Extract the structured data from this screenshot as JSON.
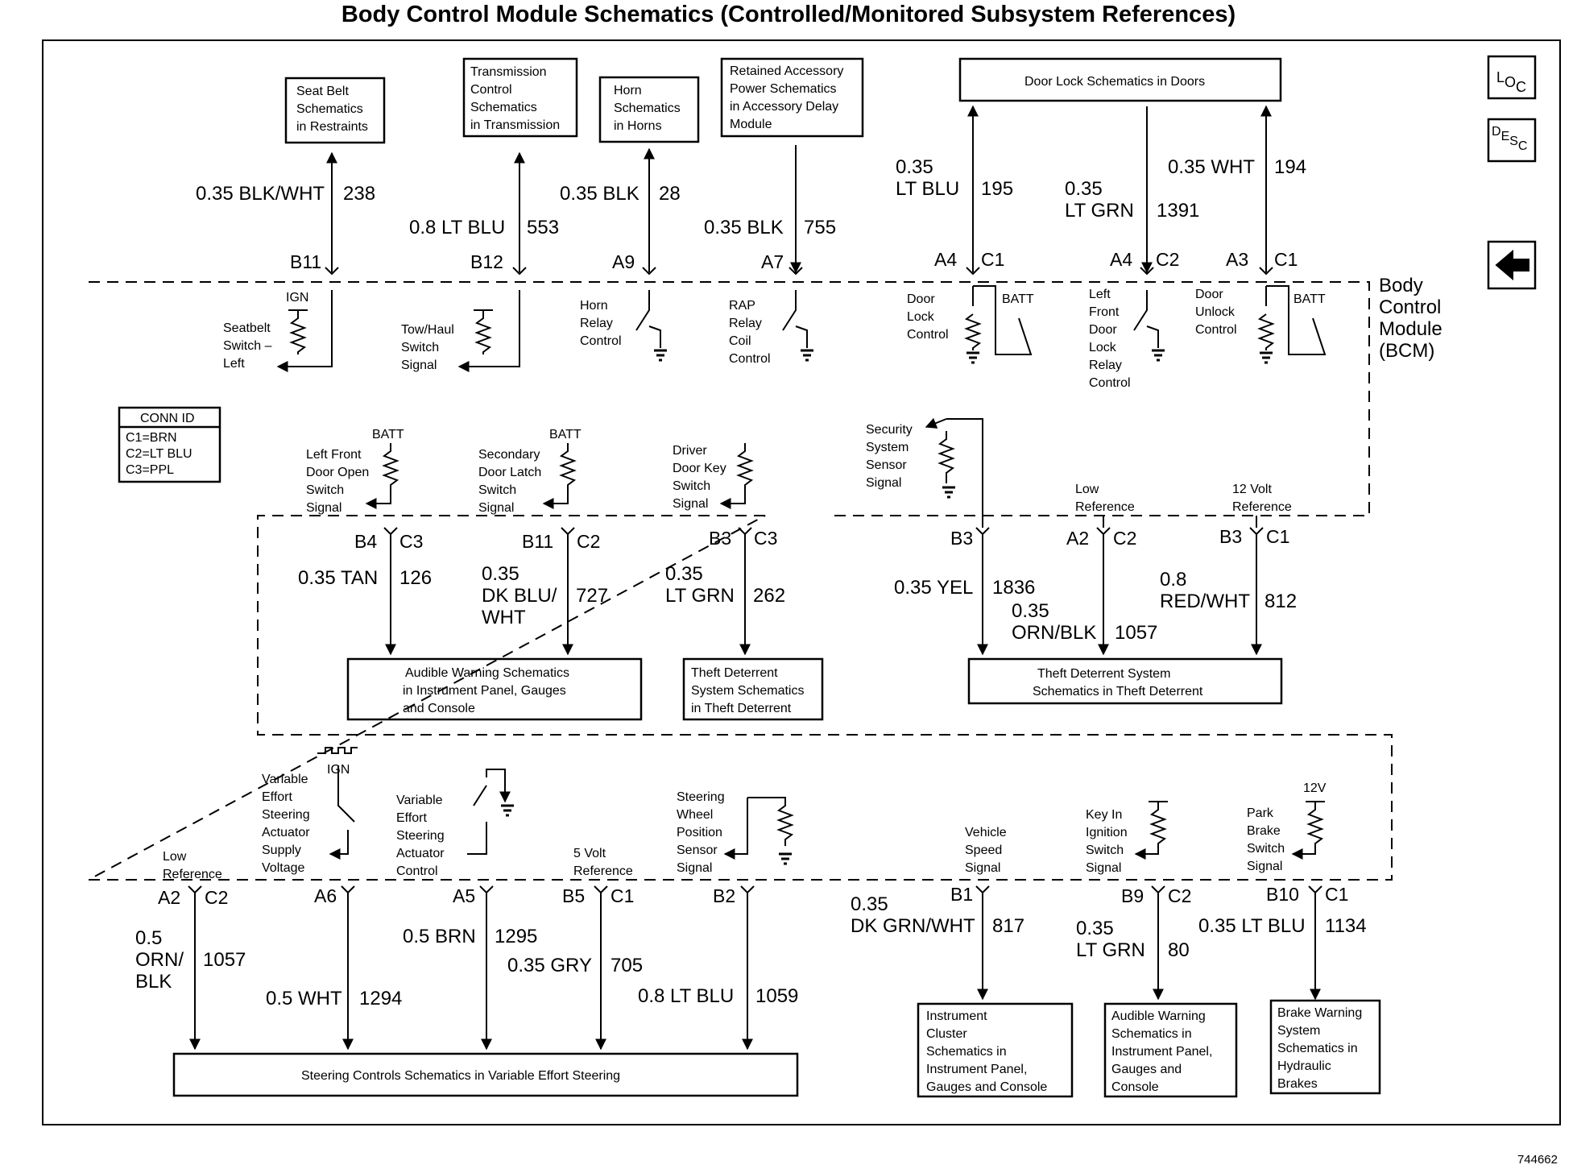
{
  "title": "Body Control Module Schematics (Controlled/Monitored Subsystem References)",
  "reference_number": "744662",
  "bcm_label": [
    "Body",
    "Control",
    "Module",
    "(BCM)"
  ],
  "conn_id": {
    "header": "CONN ID",
    "lines": [
      "C1=BRN",
      "C2=LT BLU",
      "C3=PPL"
    ]
  },
  "nav_icons": [
    "loc-icon",
    "desc-icon",
    "back-arrow-icon"
  ],
  "boxes": {
    "seatbelt": [
      "Seat Belt",
      "Schematics",
      "in Restraints"
    ],
    "transmission": [
      "Transmission",
      "Control",
      "Schematics",
      "in Transmission"
    ],
    "horn": [
      "Horn",
      "Schematics",
      "in Horns"
    ],
    "rap": [
      "Retained Accessory",
      "Power Schematics",
      "in Accessory Delay",
      "Module"
    ],
    "doorlock": [
      "Door Lock Schematics in Doors"
    ],
    "audible1": [
      "Audible Warning Schematics",
      "in Instrument Panel, Gauges",
      "and Console"
    ],
    "theft1": [
      "Theft Deterrent",
      "System Schematics",
      "in Theft Deterrent"
    ],
    "theft2": [
      "Theft Deterrent System",
      "Schematics in Theft Deterrent"
    ],
    "steering": [
      "Steering Controls Schematics in Variable Effort Steering"
    ],
    "cluster": [
      "Instrument",
      "Cluster",
      "Schematics in",
      "Instrument Panel,",
      "Gauges and Console"
    ],
    "audible2": [
      "Audible Warning",
      "Schematics in",
      "Instrument Panel,",
      "Gauges and",
      "Console"
    ],
    "brake": [
      "Brake Warning",
      "System",
      "Schematics in",
      "Hydraulic",
      "Brakes"
    ]
  },
  "wires": {
    "w238": [
      "0.35 BLK/WHT",
      "238"
    ],
    "w553": [
      "0.8 LT BLU",
      "553"
    ],
    "w28": [
      "0.35 BLK",
      "28"
    ],
    "w755": [
      "0.35 BLK",
      "755"
    ],
    "w195": [
      "0.35",
      "LT BLU",
      "195"
    ],
    "w1391": [
      "0.35",
      "LT GRN",
      "1391"
    ],
    "w194": [
      "0.35 WHT",
      "194"
    ],
    "w126": [
      "0.35 TAN",
      "126"
    ],
    "w727": [
      "0.35",
      "DK BLU/",
      "WHT",
      "727"
    ],
    "w262": [
      "0.35",
      "LT GRN",
      "262"
    ],
    "w1836": [
      "0.35 YEL",
      "1836"
    ],
    "w1057a": [
      "0.35",
      "ORN/BLK",
      "1057"
    ],
    "w812": [
      "0.8",
      "RED/WHT",
      "812"
    ],
    "w1057b": [
      "0.5",
      "ORN/",
      "BLK",
      "1057"
    ],
    "w1294": [
      "0.5 WHT",
      "1294"
    ],
    "w1295": [
      "0.5 BRN",
      "1295"
    ],
    "w705": [
      "0.35 GRY",
      "705"
    ],
    "w1059": [
      "0.8 LT BLU",
      "1059"
    ],
    "w817": [
      "0.35",
      "DK GRN/WHT",
      "817"
    ],
    "w80": [
      "0.35",
      "LT GRN",
      "80"
    ],
    "w1134": [
      "0.35 LT BLU",
      "1134"
    ]
  },
  "pins": {
    "b11": "B11",
    "b12": "B12",
    "a9": "A9",
    "a7": "A7",
    "a4c1": [
      "A4",
      "C1"
    ],
    "a4c2": [
      "A4",
      "C2"
    ],
    "a3c1": [
      "A3",
      "C1"
    ],
    "b4c3": [
      "B4",
      "C3"
    ],
    "b11c2": [
      "B11",
      "C2"
    ],
    "b3c3": [
      "B3",
      "C3"
    ],
    "b3": "B3",
    "a2c2": [
      "A2",
      "C2"
    ],
    "b3c1": [
      "B3",
      "C1"
    ],
    "a2c2b": [
      "A2",
      "C2"
    ],
    "a6": "A6",
    "a5": "A5",
    "b5c1": [
      "B5",
      "C1"
    ],
    "b2": "B2",
    "b1": "B1",
    "b9c2": [
      "B9",
      "C2"
    ],
    "b10c1": [
      "B10",
      "C1"
    ]
  },
  "signals": {
    "seatbelt": [
      "Seatbelt",
      "Switch –",
      "Left"
    ],
    "towhaul": [
      "Tow/Haul",
      "Switch",
      "Signal"
    ],
    "horn": [
      "Horn",
      "Relay",
      "Control"
    ],
    "rap": [
      "RAP",
      "Relay",
      "Coil",
      "Control"
    ],
    "doorlock": [
      "Door",
      "Lock",
      "Control"
    ],
    "lfdoorlock": [
      "Left",
      "Front",
      "Door",
      "Lock",
      "Relay",
      "Control"
    ],
    "doorunlock": [
      "Door",
      "Unlock",
      "Control"
    ],
    "lfdooropen": [
      "Left Front",
      "Door Open",
      "Switch",
      "Signal"
    ],
    "seclatch": [
      "Secondary",
      "Door Latch",
      "Switch",
      "Signal"
    ],
    "driverkey": [
      "Driver",
      "Door Key",
      "Switch",
      "Signal"
    ],
    "security": [
      "Security",
      "System",
      "Sensor",
      "Signal"
    ],
    "lowref1": [
      "Low",
      "Reference"
    ],
    "twelvevref": [
      "12 Volt",
      "Reference"
    ],
    "vesactuator": [
      "Variable",
      "Effort",
      "Steering",
      "Actuator",
      "Supply",
      "Voltage"
    ],
    "vescontrol": [
      "Variable",
      "Effort",
      "Steering",
      "Actuator",
      "Control"
    ],
    "lowref2": [
      "Low",
      "Reference"
    ],
    "fivevref": [
      "5 Volt",
      "Reference"
    ],
    "steerpos": [
      "Steering",
      "Wheel",
      "Position",
      "Sensor",
      "Signal"
    ],
    "vss": [
      "Vehicle",
      "Speed",
      "Signal"
    ],
    "keyin": [
      "Key In",
      "Ignition",
      "Switch",
      "Signal"
    ],
    "parkbrake": [
      "Park",
      "Brake",
      "Switch",
      "Signal"
    ]
  },
  "supplies": {
    "ign": "IGN",
    "batt": "BATT",
    "twelvev": "12V"
  }
}
